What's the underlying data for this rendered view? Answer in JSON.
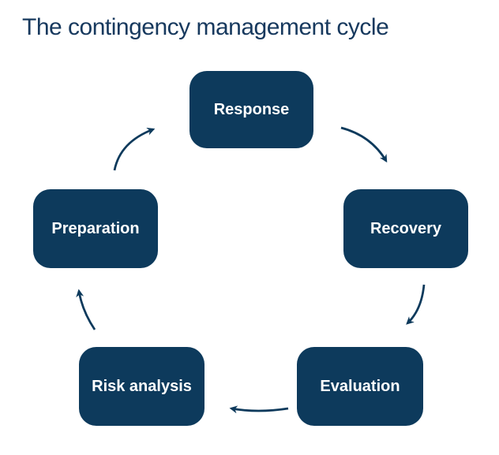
{
  "title": "The contingency management cycle",
  "colors": {
    "background": "#FFFFFF",
    "title_text": "#17395E",
    "box_fill": "#0D3A5C",
    "box_text": "#FFFFFF",
    "arrow": "#0D3A5C"
  },
  "diagram": {
    "type": "cycle",
    "direction": "clockwise",
    "stages": [
      {
        "label": "Response",
        "position": "top"
      },
      {
        "label": "Recovery",
        "position": "right"
      },
      {
        "label": "Evaluation",
        "position": "bottom-right"
      },
      {
        "label": "Risk analysis",
        "position": "bottom-left"
      },
      {
        "label": "Preparation",
        "position": "left"
      }
    ],
    "transitions": [
      {
        "from": "Response",
        "to": "Recovery"
      },
      {
        "from": "Recovery",
        "to": "Evaluation"
      },
      {
        "from": "Evaluation",
        "to": "Risk analysis"
      },
      {
        "from": "Risk analysis",
        "to": "Preparation"
      },
      {
        "from": "Preparation",
        "to": "Response"
      }
    ]
  }
}
